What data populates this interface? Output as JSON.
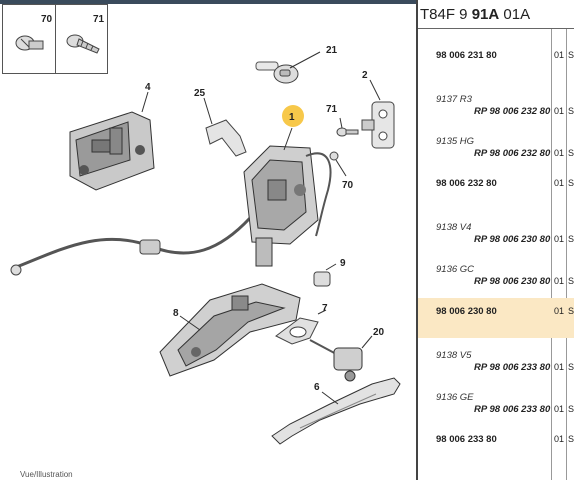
{
  "header": {
    "prefix": "T84F 9 ",
    "bold": "91A",
    "suffix": " 01A"
  },
  "thumbnails": [
    {
      "num": "70",
      "part": "screw-round-head"
    },
    {
      "num": "71",
      "part": "screw-threaded"
    }
  ],
  "callouts": [
    "21",
    "2",
    "4",
    "25",
    "1",
    "71",
    "70",
    "9",
    "8",
    "7",
    "20",
    "6"
  ],
  "references": [
    {
      "type": "code",
      "text": "98 006 231 80",
      "q1": "01",
      "q2": "S"
    },
    {
      "type": "var",
      "text": "9137 R3"
    },
    {
      "type": "rp",
      "text": "RP 98 006 232 80",
      "q1": "01",
      "q2": "S"
    },
    {
      "type": "var",
      "text": "9135 HG"
    },
    {
      "type": "rp",
      "text": "RP 98 006 232 80",
      "q1": "01",
      "q2": "S"
    },
    {
      "type": "code",
      "text": "98 006 232 80",
      "q1": "01",
      "q2": "S"
    },
    {
      "type": "var",
      "text": "9138 V4"
    },
    {
      "type": "rp",
      "text": "RP 98 006 230 80",
      "q1": "01",
      "q2": "S"
    },
    {
      "type": "var",
      "text": "9136 GC"
    },
    {
      "type": "rp",
      "text": "RP 98 006 230 80",
      "q1": "01",
      "q2": "S"
    },
    {
      "type": "code",
      "text": "98 006 230 80",
      "q1": "01",
      "q2": "S",
      "highlight": true
    },
    {
      "type": "var",
      "text": "9138 V5"
    },
    {
      "type": "rp",
      "text": "RP 98 006 233 80",
      "q1": "01",
      "q2": "S"
    },
    {
      "type": "var",
      "text": "9136 GE"
    },
    {
      "type": "rp",
      "text": "RP 98 006 233 80",
      "q1": "01",
      "q2": "S"
    },
    {
      "type": "code",
      "text": "98 006 233 80",
      "q1": "01",
      "q2": "S"
    }
  ],
  "footer": "Vue/Illustration"
}
